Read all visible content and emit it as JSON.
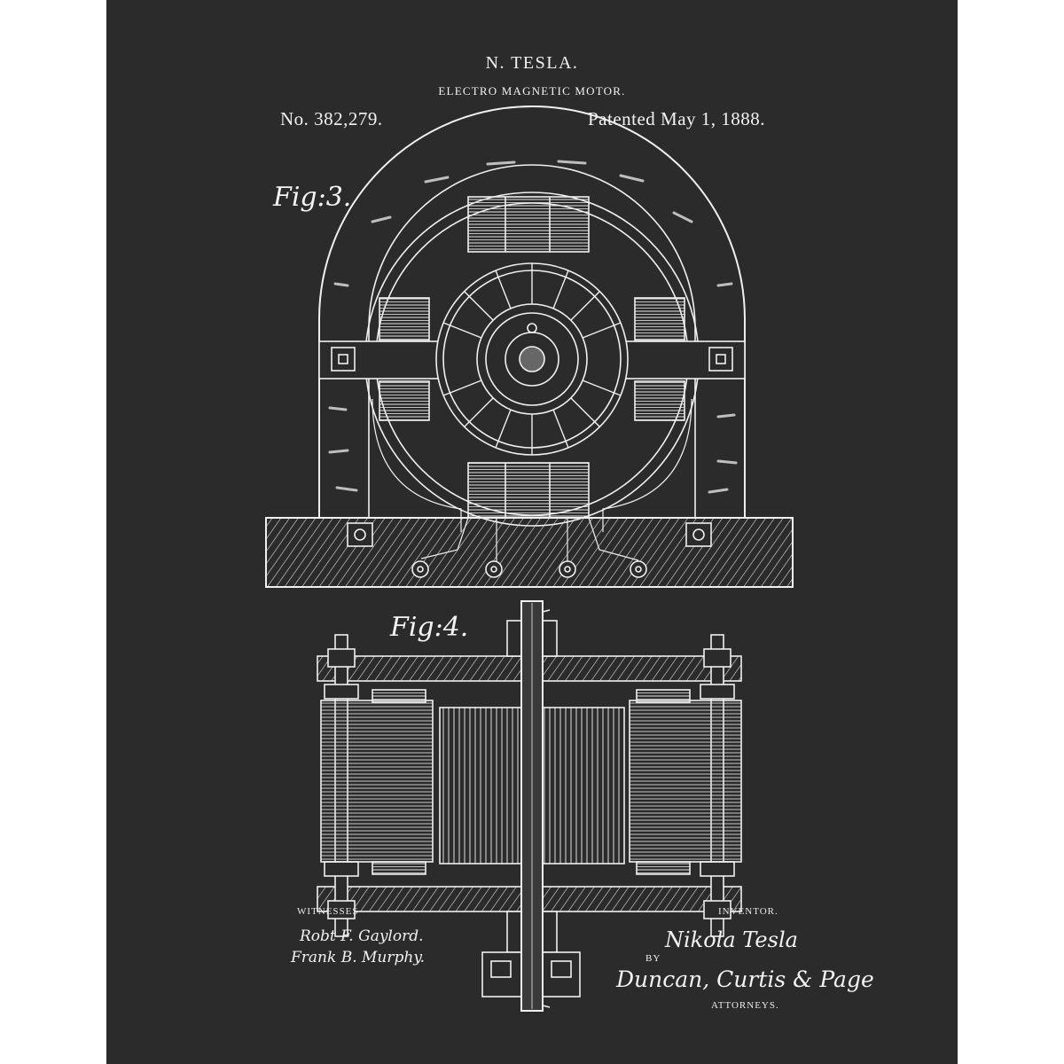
{
  "header": {
    "inventor": "N. TESLA.",
    "title": "ELECTRO MAGNETIC MOTOR.",
    "patent_number": "No. 382,279.",
    "patent_date": "Patented May 1, 1888."
  },
  "figures": {
    "fig3": "Fig:3.",
    "fig4": "Fig:4."
  },
  "footer": {
    "witnesses_label": "WITNESSES",
    "witness_1": "Robt F. Gaylord.",
    "witness_2": "Frank B. Murphy.",
    "inventor_label": "INVENTOR.",
    "inventor_signature": "Nikola Tesla",
    "by_label": "BY",
    "attorneys_signature": "Duncan, Curtis & Page",
    "attorneys_label": "ATTORNEYS."
  },
  "colors": {
    "background": "#2b2b2b",
    "ink": "#f2f2f2",
    "page_border": "#ffffff"
  }
}
